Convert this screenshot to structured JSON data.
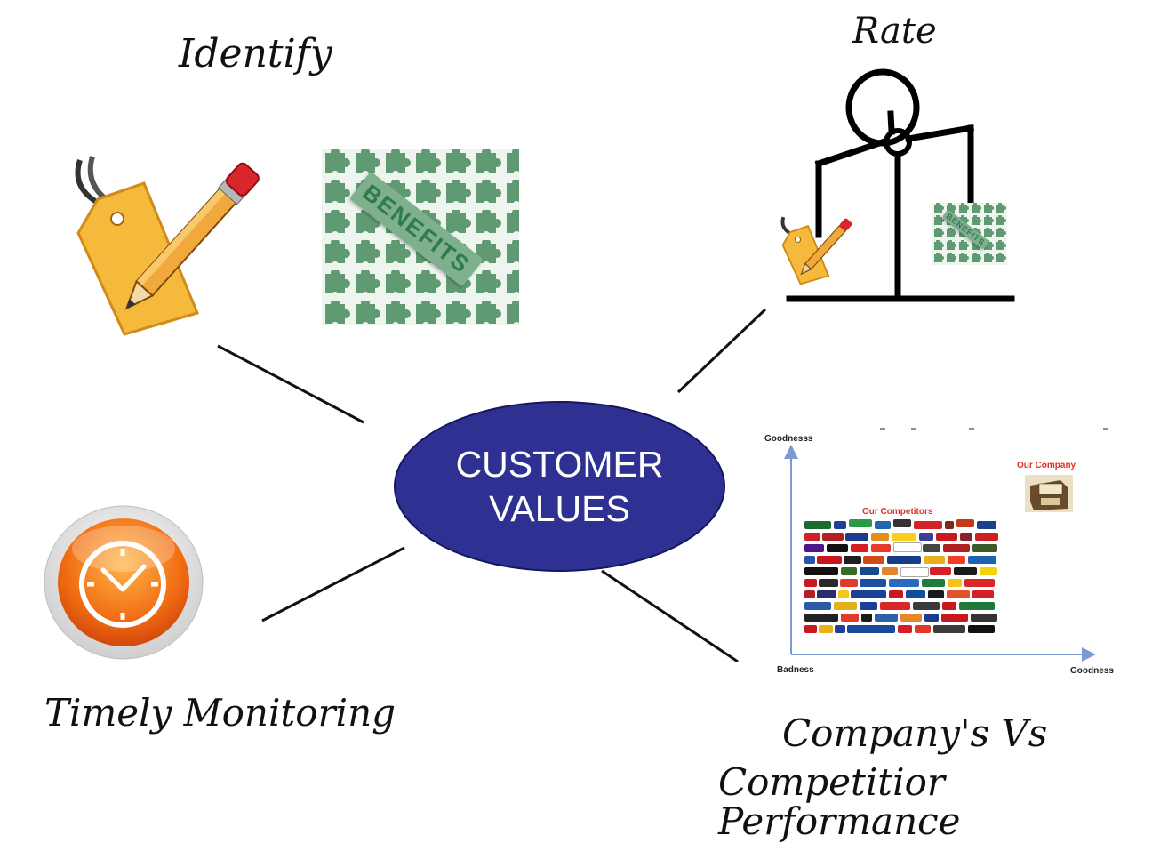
{
  "center": {
    "line1": "CUSTOMER",
    "line2": "VALUES"
  },
  "labels": {
    "identify": "Identify",
    "rate": "Rate",
    "timely": "Timely Monitoring",
    "compare_line1": "Company's Vs",
    "compare_line2": "Competitior Performance"
  },
  "benefits_word": "BENEFITS",
  "benefits_word_small": "BENEFITS",
  "chart": {
    "y_axis_label": "Goodnesss",
    "x_left_label": "Badness",
    "x_right_label": "Goodness",
    "our_company": "Our Company",
    "competitors": "Our Competitors",
    "colors": {
      "axis": "#7a9bd1",
      "highlight": "#e0302b"
    }
  },
  "colors": {
    "ellipse": "#2f3192",
    "line": "#111111",
    "puzzle": "#5f9a73"
  }
}
